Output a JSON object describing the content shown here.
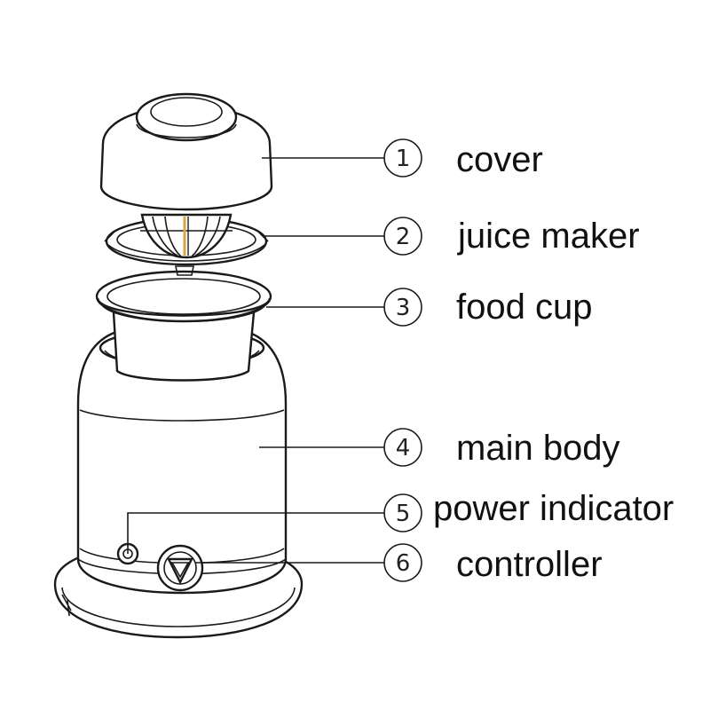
{
  "parts": [
    {
      "number": "1",
      "label": "cover"
    },
    {
      "number": "2",
      "label": "juice maker"
    },
    {
      "number": "3",
      "label": "food cup"
    },
    {
      "number": "4",
      "label": "main body"
    },
    {
      "number": "5",
      "label": "power indicator"
    },
    {
      "number": "6",
      "label": "controller"
    }
  ],
  "colors": {
    "line": "#1a1a1a",
    "text": "#111111",
    "juice_accent": "#d9a640"
  }
}
